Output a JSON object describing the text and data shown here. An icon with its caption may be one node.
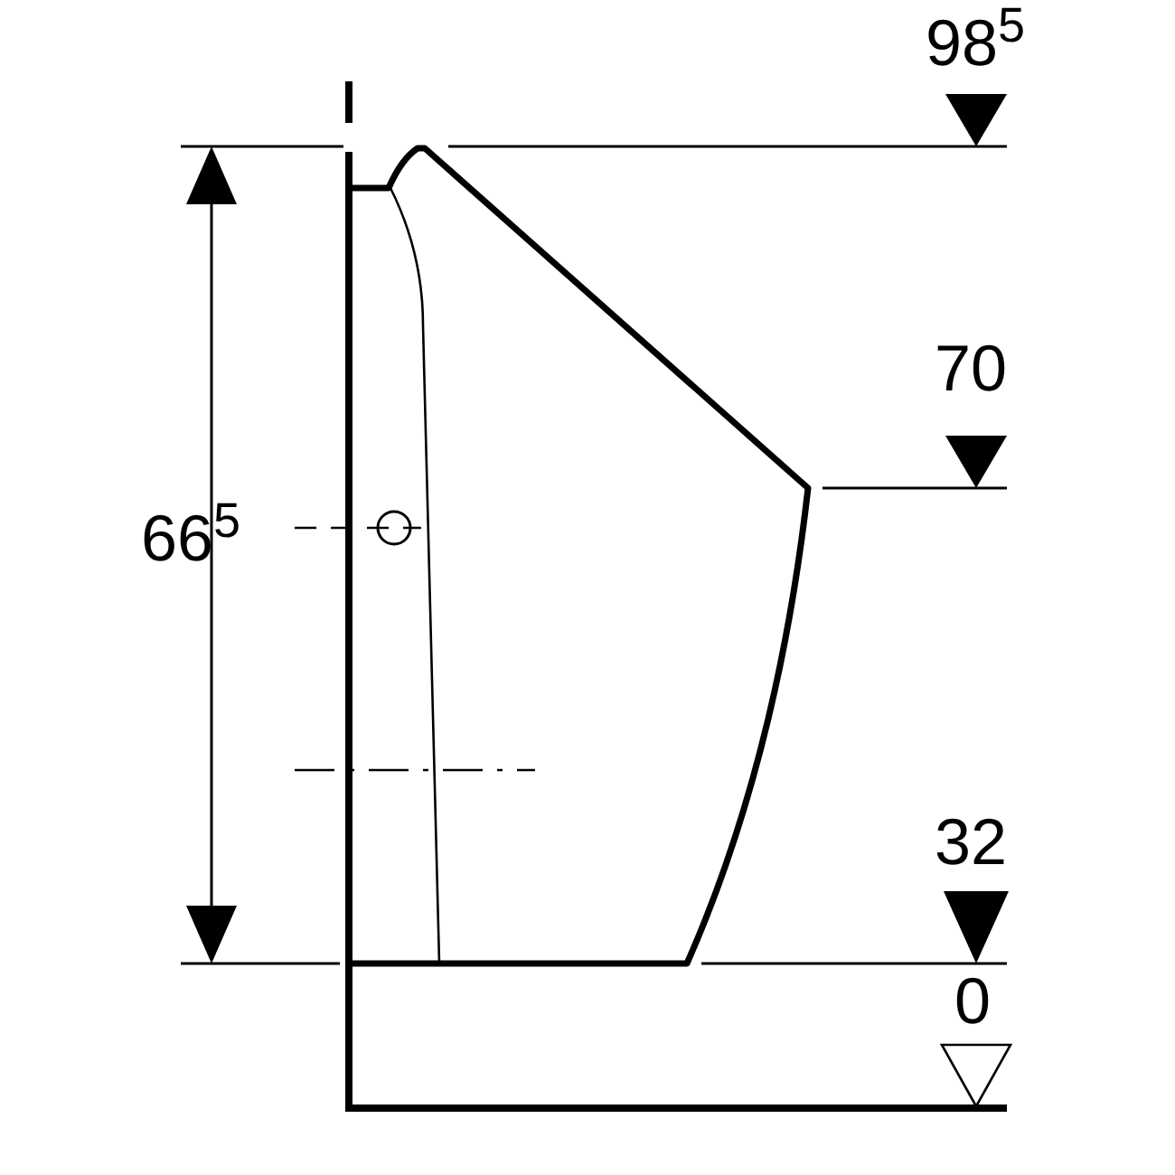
{
  "diagram": {
    "labels": [
      "98$^{5}$",
      "70",
      "66$^{5}$",
      "32",
      "0"
    ]
  }
}
